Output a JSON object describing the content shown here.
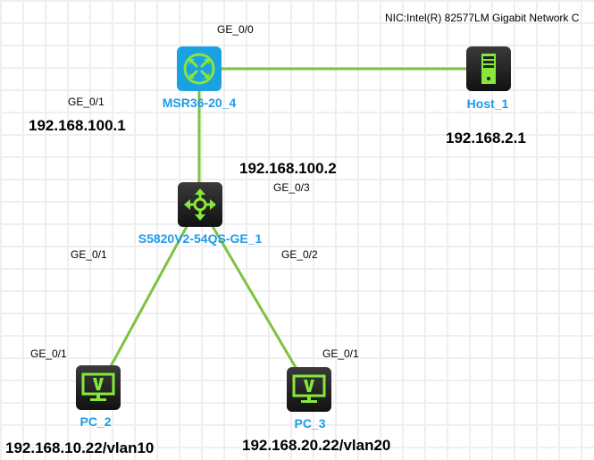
{
  "nic_label": "NIC:Intel(R) 82577LM Gigabit Network C",
  "colors": {
    "link": "#7ec242",
    "device_accent": "#86e83a",
    "label_blue": "#1e9be8",
    "router_bg": "#1ba1e2"
  },
  "nodes": {
    "router": {
      "name": "MSR36-20_4",
      "icon": "router-icon"
    },
    "switch": {
      "name": "S5820V2-54QS-GE_1",
      "icon": "switch-icon"
    },
    "host1": {
      "name": "Host_1",
      "icon": "server-icon"
    },
    "pc2": {
      "name": "PC_2",
      "icon": "pc-monitor-icon"
    },
    "pc3": {
      "name": "PC_3",
      "icon": "pc-monitor-icon"
    }
  },
  "ports": {
    "router_ge00": "GE_0/0",
    "router_ge01": "GE_0/1",
    "switch_ge03": "GE_0/3",
    "switch_ge01": "GE_0/1",
    "switch_ge02": "GE_0/2",
    "pc2_ge01": "GE_0/1",
    "pc3_ge01": "GE_0/1"
  },
  "ips": {
    "router": "192.168.100.1",
    "switch": "192.168.100.2",
    "host1": "192.168.2.1",
    "pc2": "192.168.10.22/vlan10",
    "pc3": "192.168.20.22/vlan20"
  }
}
